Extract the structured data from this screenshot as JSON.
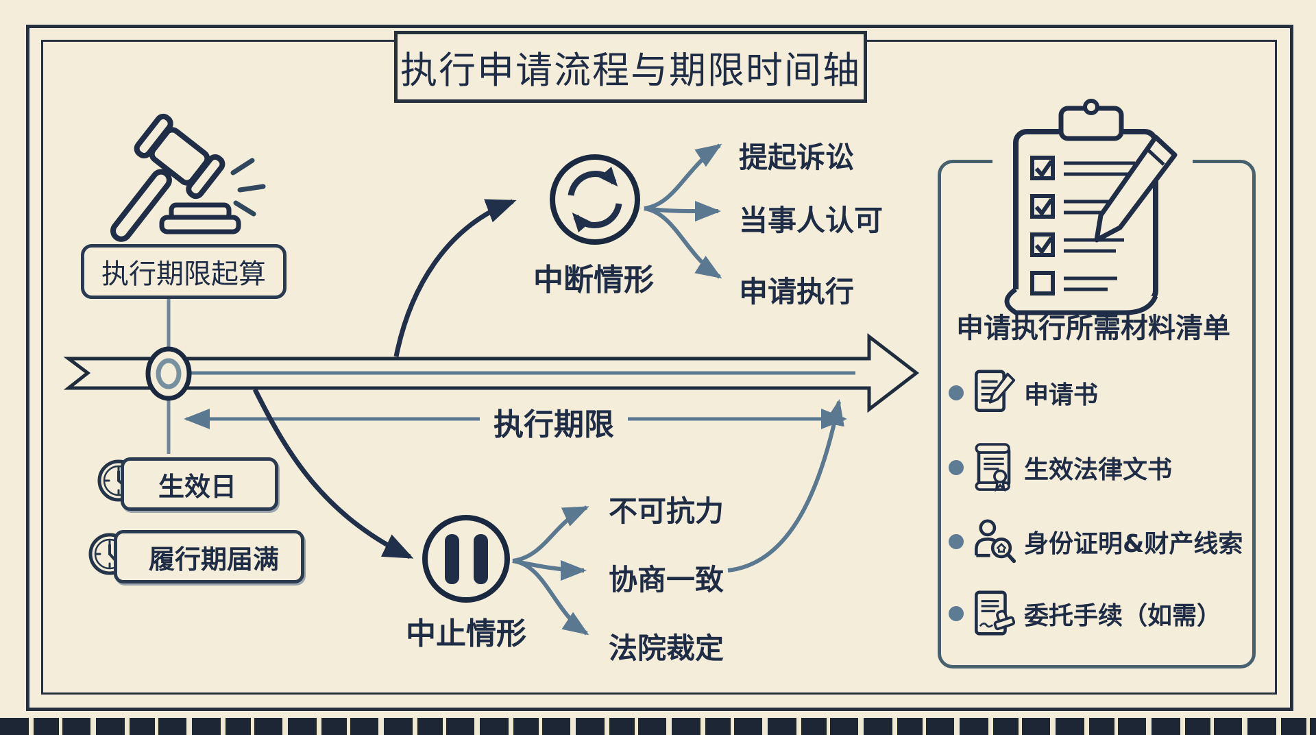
{
  "title": "执行申请流程与期限时间轴",
  "colors": {
    "background": "#f3edda",
    "ink": "#1f2c45",
    "slate": "#5a7890",
    "frame": "#26303f"
  },
  "timeline": {
    "start_label": "执行期限起算",
    "period_label": "执行期限",
    "start_points": [
      {
        "icon": "clock-icon",
        "label": "生效日"
      },
      {
        "icon": "clock-icon",
        "label": "履行期届满"
      }
    ]
  },
  "interruption": {
    "icon": "refresh-cycle-icon",
    "label": "中断情形",
    "causes": [
      "提起诉讼",
      "当事人认可",
      "申请执行"
    ]
  },
  "suspension": {
    "icon": "pause-icon",
    "label": "中止情形",
    "causes": [
      "不可抗力",
      "协商一致",
      "法院裁定"
    ]
  },
  "materials": {
    "icon": "clipboard-checklist-icon",
    "title": "申请执行所需材料清单",
    "items": [
      {
        "icon": "application-document-icon",
        "label": "申请书"
      },
      {
        "icon": "legal-instrument-icon",
        "label": "生效法律文书"
      },
      {
        "icon": "identity-search-icon",
        "label": "身份证明&财产线索"
      },
      {
        "icon": "delegation-stamp-icon",
        "label": "委托手续（如需）"
      }
    ]
  }
}
